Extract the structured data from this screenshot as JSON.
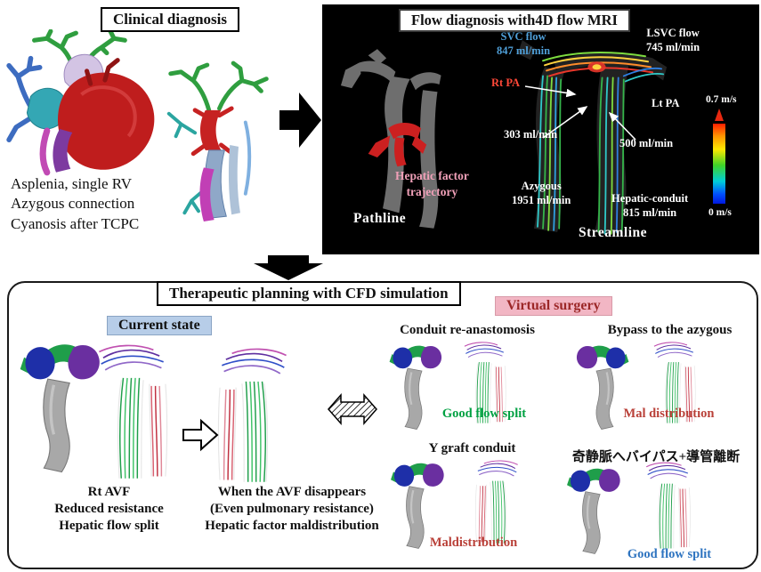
{
  "clinical": {
    "title": "Clinical diagnosis",
    "findings": [
      "Asplenia, single RV",
      "Azygous connection",
      "Cyanosis after TCPC"
    ]
  },
  "mri": {
    "title": "Flow diagnosis with4D flow MRI",
    "svc_flow_label": "SVC flow",
    "svc_flow_value": "847 ml/min",
    "lsvc_flow_label": "LSVC flow",
    "lsvc_flow_value": "745 ml/min",
    "rt_pa": "Rt PA",
    "lt_pa": "Lt PA",
    "rpa_flow": "303 ml/min",
    "lpa_flow": "500 ml/min",
    "azygous_label": "Azygous",
    "azygous_value": "1951 ml/min",
    "hepatic_conduit_label": "Hepatic-conduit",
    "hepatic_conduit_value": "815 ml/min",
    "hepatic_factor_line1": "Hepatic factor",
    "hepatic_factor_line2": "trajectory",
    "pathline": "Pathline",
    "streamline": "Streamline",
    "colorbar_max": "0.7 m/s",
    "colorbar_min": "0 m/s"
  },
  "cfd": {
    "title": "Therapeutic planning with CFD simulation",
    "current_state": "Current state",
    "virtual_surgery": "Virtual surgery",
    "current_findings": [
      "Rt AVF",
      "Reduced resistance",
      "Hepatic flow split"
    ],
    "hypothesis": [
      "When the AVF disappears",
      "(Even pulmonary resistance)",
      "Hepatic factor maldistribution"
    ],
    "options": [
      {
        "title": "Conduit re-anastomosis",
        "result": "Good flow split",
        "result_color": "#00a142"
      },
      {
        "title": "Bypass to the azygous",
        "result": "Mal distribution",
        "result_color": "#b94038"
      },
      {
        "title": "Y graft conduit",
        "result": "Maldistribution",
        "result_color": "#b94038"
      },
      {
        "title": "奇静脈へバイパス+導管離断",
        "result": "Good flow split",
        "result_color": "#2e74c0"
      }
    ]
  },
  "colors": {
    "svc_blue": "#4f9fd8",
    "rtpa_red": "#ff4838",
    "trajectory_pink": "#f0a0b8",
    "current_state_bg": "#b7cde8",
    "virtual_surgery_bg": "#f2b6c4",
    "virtual_surgery_text": "#9c2828"
  }
}
